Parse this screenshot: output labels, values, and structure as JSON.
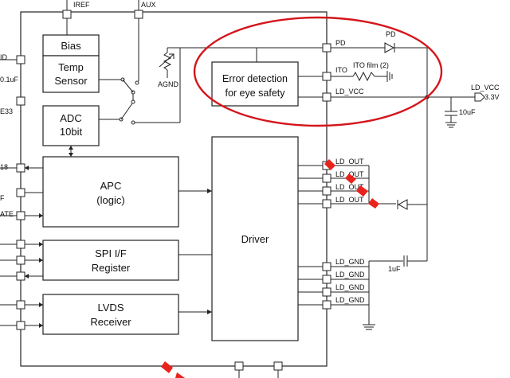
{
  "top_pins": {
    "iref": "IREF",
    "aux": "AUX"
  },
  "left_partial": [
    "ID",
    "0.1uF",
    "E33",
    "18",
    "F",
    "ATE"
  ],
  "blocks": {
    "bias": "Bias",
    "temp": [
      "Temp",
      "Sensor"
    ],
    "adc": [
      "ADC",
      "10bit"
    ],
    "error": [
      "Error detection",
      "for eye safety"
    ],
    "apc": [
      "APC",
      "(logic)"
    ],
    "spi": [
      "SPI I/F",
      "Register"
    ],
    "lvds": [
      "LVDS",
      "Receiver"
    ],
    "driver": "Driver"
  },
  "labels": {
    "agnd": "AGND",
    "pd_pin": "PD",
    "pd_diode": "PD",
    "ito_pin": "ITO",
    "ito_film": "ITO film (2)",
    "ld_vcc_pin": "LD_VCC",
    "ld_vcc_out": "LD_VCC",
    "v33": "3.3V",
    "cap_10uf": "10uF",
    "cap_1uf": "1uF"
  },
  "ld_out": [
    "LD_OUT",
    "LD_OUT",
    "LD_OUT",
    "LD_OUT"
  ],
  "ld_gnd": [
    "LD_GND",
    "LD_GND",
    "LD_GND",
    "LD_GND"
  ],
  "colors": {
    "ellipse": "#d4151b",
    "watermark": "#e8231d",
    "line": "#222222"
  }
}
